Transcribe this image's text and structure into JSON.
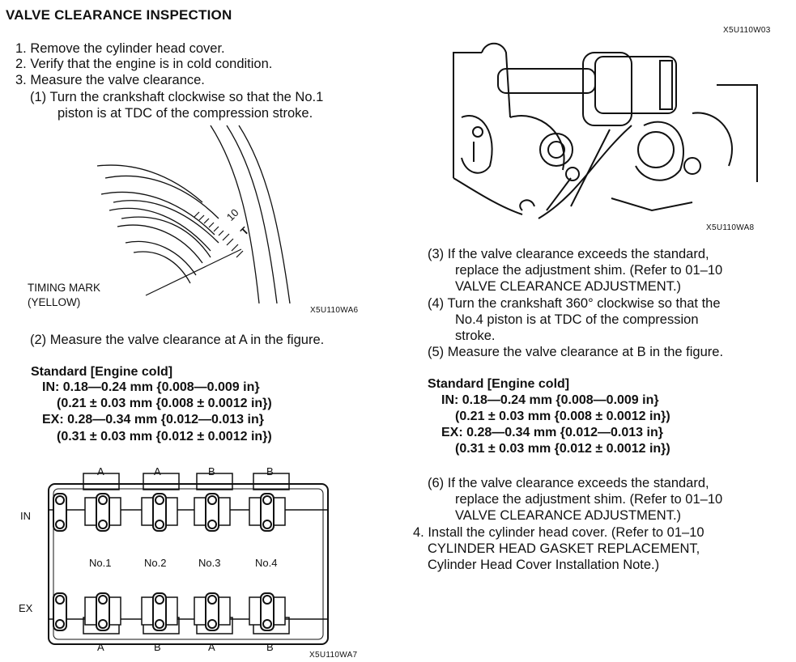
{
  "title": "VALVE CLEARANCE INSPECTION",
  "left": {
    "steps": [
      "1. Remove the cylinder head cover.",
      "2. Verify that the engine is in cold condition.",
      "3. Measure the valve clearance."
    ],
    "substep1": [
      "(1)  Turn the crankshaft clockwise so that the No.1",
      "piston is at TDC of the compression stroke."
    ],
    "fig1": {
      "label_line1": "TIMING MARK",
      "label_line2": "(YELLOW)",
      "code": "X5U110WA6",
      "mark_10": "10",
      "mark_t": "T"
    },
    "substep2": "(2)  Measure the valve clearance at A in the figure.",
    "standard": {
      "heading": "Standard [Engine cold]",
      "in1": "IN: 0.18—0.24 mm {0.008—0.009 in}",
      "in2": "(0.21 ± 0.03 mm {0.008 ± 0.0012 in})",
      "ex1": "EX: 0.28—0.34 mm {0.012—0.013 in}",
      "ex2": "(0.31 ± 0.03 mm {0.012 ± 0.0012 in})"
    },
    "fig2": {
      "top_labels": [
        "A",
        "A",
        "B",
        "B"
      ],
      "bottom_labels": [
        "A",
        "B",
        "A",
        "B"
      ],
      "cylinders": [
        "No.1",
        "No.2",
        "No.3",
        "No.4"
      ],
      "in": "IN",
      "ex": "EX",
      "code": "X5U110WA7"
    }
  },
  "right": {
    "fig_code_top": "X5U110W03",
    "fig_code": "X5U110WA8",
    "substep3": [
      "(3)  If the valve clearance exceeds the standard,",
      "replace the adjustment shim. (Refer to 01–10",
      "VALVE CLEARANCE ADJUSTMENT.)"
    ],
    "substep4": [
      "(4)  Turn the crankshaft 360° clockwise so that the",
      "No.4 piston is at TDC of the compression",
      "stroke."
    ],
    "substep5": "(5)  Measure the valve clearance at B in the figure.",
    "standard": {
      "heading": "Standard [Engine cold]",
      "in1": "IN: 0.18—0.24 mm {0.008—0.009 in}",
      "in2": "(0.21 ± 0.03 mm {0.008 ± 0.0012 in})",
      "ex1": "EX: 0.28—0.34 mm {0.012—0.013 in}",
      "ex2": "(0.31 ± 0.03 mm {0.012 ± 0.0012 in})"
    },
    "substep6": [
      "(6)  If the valve clearance exceeds the standard,",
      "replace the adjustment shim. (Refer to 01–10",
      "VALVE CLEARANCE ADJUSTMENT.)"
    ],
    "step4": [
      "4. Install the cylinder head cover. (Refer to 01–10",
      "CYLINDER HEAD GASKET REPLACEMENT,",
      "Cylinder Head Cover Installation Note.)"
    ]
  }
}
